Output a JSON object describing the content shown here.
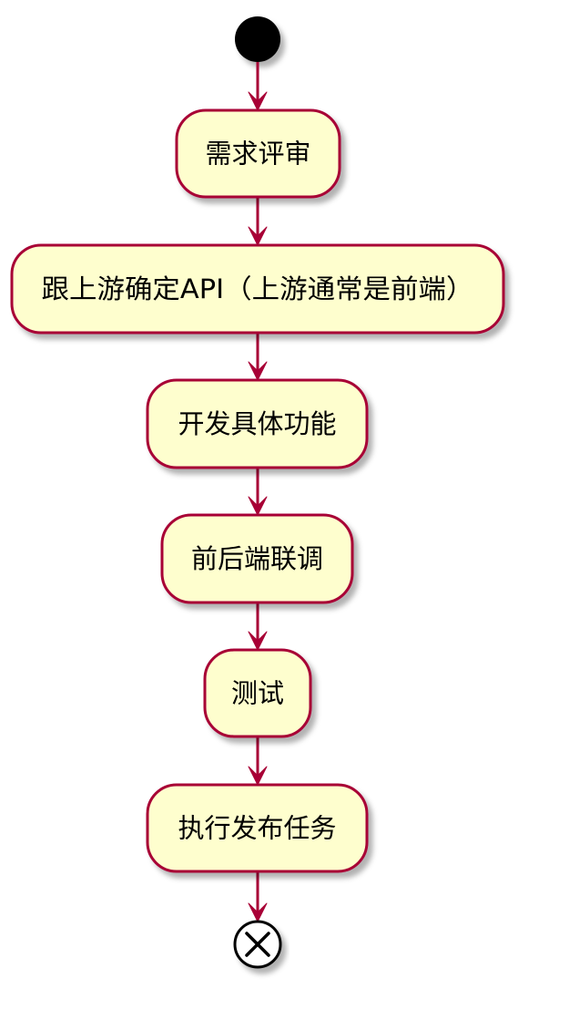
{
  "diagram": {
    "type": "activity",
    "colors": {
      "node_fill": "#FEFECE",
      "node_border": "#A80036",
      "arrow": "#A80036",
      "start": "#000000",
      "end_fill": "#FFFFFF",
      "end_stroke": "#000000"
    },
    "start": {
      "icon": "start-node-icon"
    },
    "steps": [
      {
        "label": "需求评审"
      },
      {
        "label": "跟上游确定API（上游通常是前端）"
      },
      {
        "label": "开发具体功能"
      },
      {
        "label": "前后端联调"
      },
      {
        "label": "测试"
      },
      {
        "label": "执行发布任务"
      }
    ],
    "end": {
      "icon": "end-node-icon"
    }
  }
}
